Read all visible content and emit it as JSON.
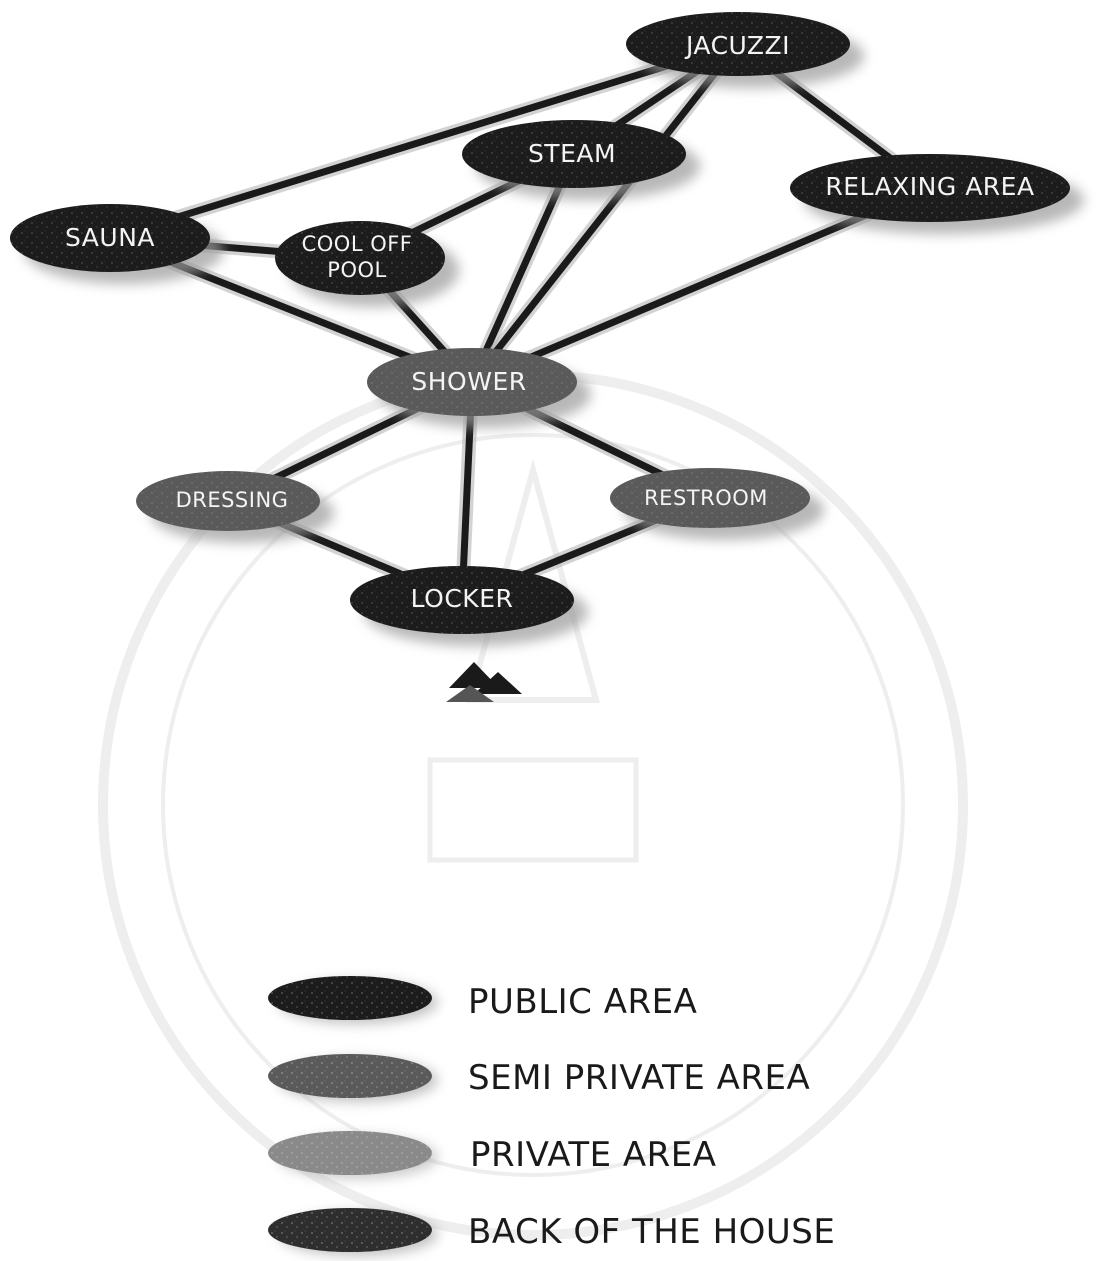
{
  "nodes": {
    "jacuzzi": "JACUZZI",
    "steam": "STEAM",
    "relaxing_area": "RELAXING AREA",
    "sauna": "SAUNA",
    "cool_off_pool_line1": "COOL OFF",
    "cool_off_pool_line2": "POOL",
    "shower": "SHOWER",
    "dressing": "DRESSING",
    "restroom": "RESTROOM",
    "locker": "LOCKER"
  },
  "connections": [
    [
      "sauna",
      "jacuzzi"
    ],
    [
      "sauna",
      "cool_off_pool"
    ],
    [
      "sauna",
      "shower"
    ],
    [
      "cool_off_pool",
      "steam"
    ],
    [
      "cool_off_pool",
      "shower"
    ],
    [
      "steam",
      "jacuzzi"
    ],
    [
      "steam",
      "shower"
    ],
    [
      "jacuzzi",
      "shower"
    ],
    [
      "jacuzzi",
      "relaxing_area"
    ],
    [
      "relaxing_area",
      "shower"
    ],
    [
      "shower",
      "dressing"
    ],
    [
      "shower",
      "restroom"
    ],
    [
      "shower",
      "locker"
    ],
    [
      "dressing",
      "locker"
    ],
    [
      "restroom",
      "locker"
    ]
  ],
  "legend": {
    "public": "PUBLIC AREA",
    "semi_private": "SEMI PRIVATE AREA",
    "private": "PRIVATE AREA",
    "back_of_house": "BACK OF THE HOUSE"
  },
  "colors": {
    "public": "#1c1c1c",
    "semi_private": "#5a5a5a",
    "private": "#8a8a8a",
    "back_of_house": "#2e2e2e",
    "shadow": "#9a9a9a",
    "connector": "#1a1a1a"
  }
}
